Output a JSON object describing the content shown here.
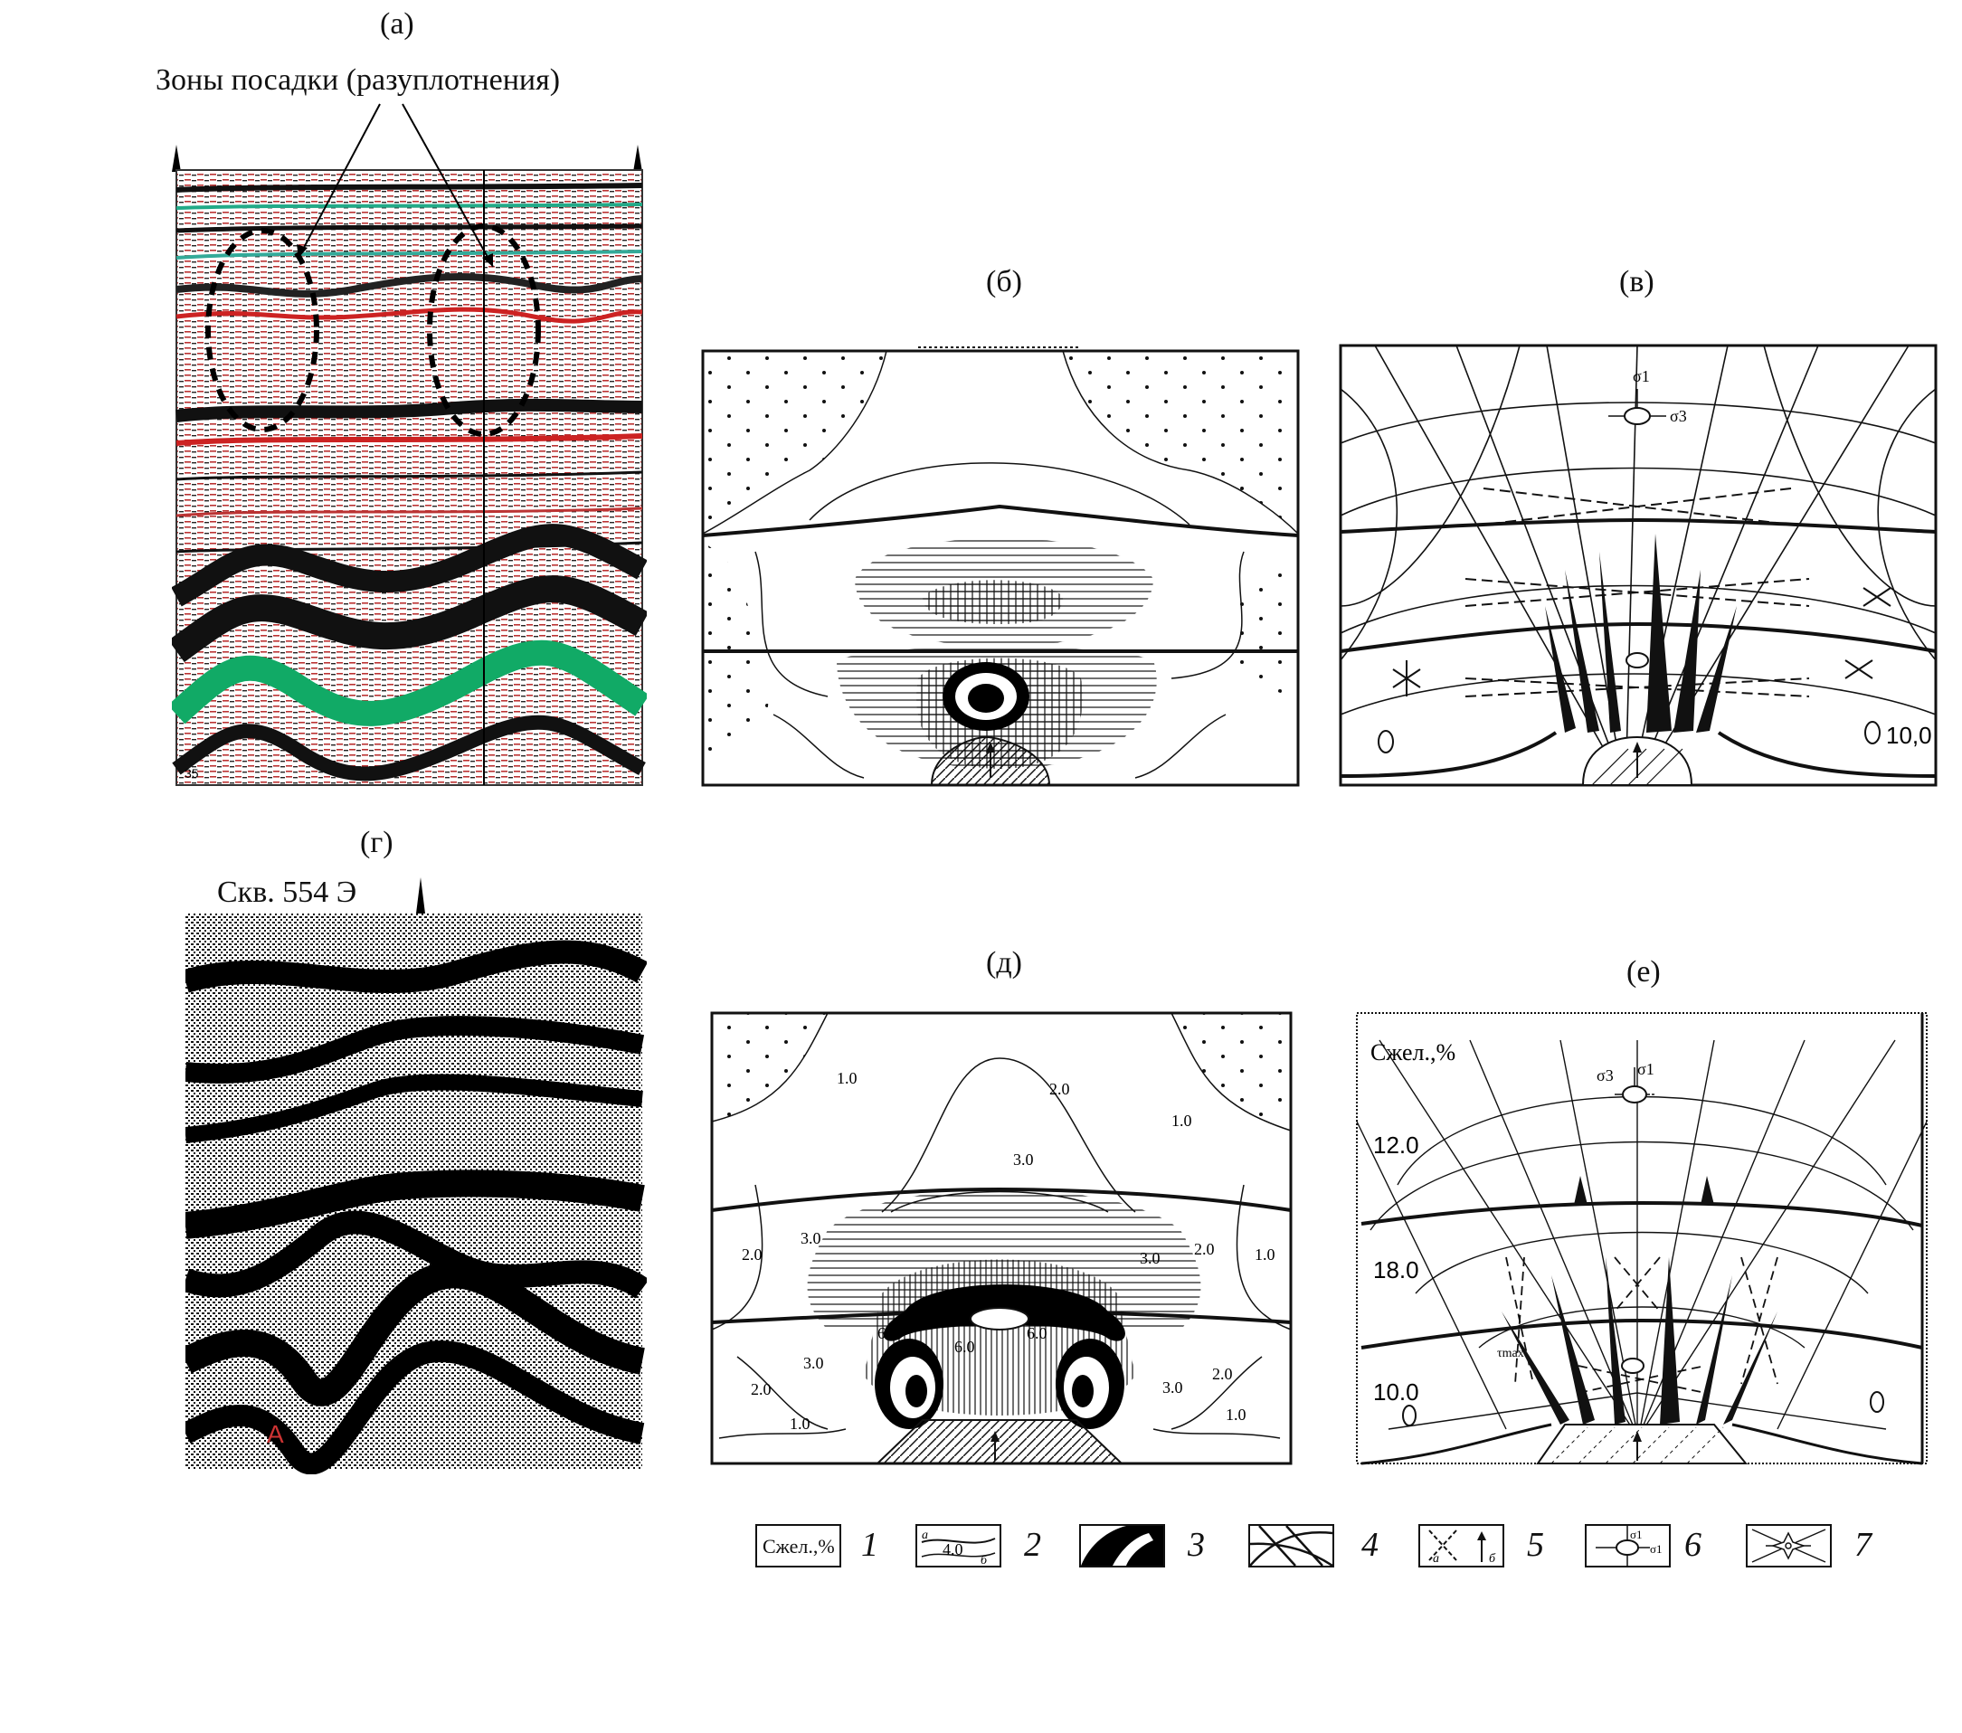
{
  "panels": {
    "a": {
      "label": "(а)",
      "annotation": "Зоны посадки (разуплотнения)",
      "frame_number": "35"
    },
    "b": {
      "label": "(б)"
    },
    "v": {
      "label": "(в)",
      "sigma1": "σ1",
      "sigma3": "σ3",
      "value": "10,0"
    },
    "g": {
      "label": "(г)",
      "well": "Скв. 554 Э",
      "marker": "A"
    },
    "d": {
      "label": "(д)",
      "contours": [
        "1.0",
        "2.0",
        "1.0",
        "3.0",
        "2.0",
        "3.0",
        "3.0",
        "2.0",
        "1.0",
        "6.0",
        "6.0",
        "6.0",
        "3.0",
        "3.0",
        "2.0",
        "2.0",
        "1.0",
        "1.0"
      ]
    },
    "e": {
      "label": "(е)",
      "heading": "Cжел.,%",
      "sigma3": "σ3",
      "sigma1": "σ1",
      "values": [
        "12.0",
        "18.0",
        "10.0"
      ],
      "tau": "τmax"
    }
  },
  "legend": [
    {
      "num": "1",
      "text": "Cжел.,%"
    },
    {
      "num": "2",
      "text_a": "а",
      "text_value": "4.0",
      "text_b": "б"
    },
    {
      "num": "3"
    },
    {
      "num": "4"
    },
    {
      "num": "5",
      "text_a": "а",
      "text_b": "б"
    },
    {
      "num": "6",
      "sigma1": "σ1",
      "sigma1b": "σ1"
    },
    {
      "num": "7"
    }
  ]
}
